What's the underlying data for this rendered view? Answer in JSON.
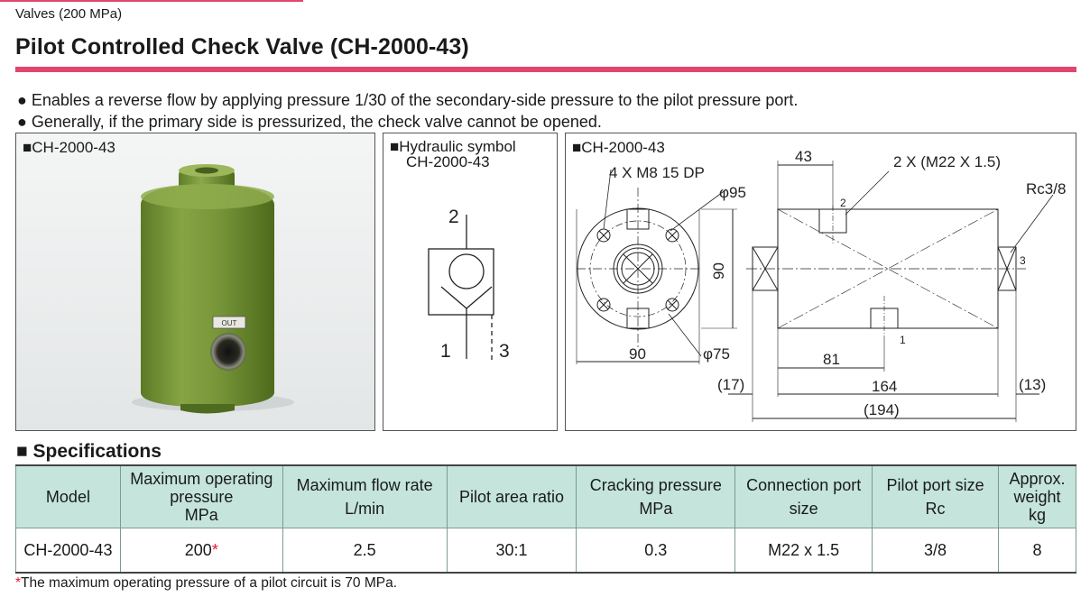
{
  "header": {
    "category": "Valves (200 MPa)",
    "title": "Pilot Controlled Check Valve (CH-2000-43)"
  },
  "bullets": [
    "● Enables a reverse flow by applying pressure 1/30 of the secondary-side pressure to the pilot pressure port.",
    "● Generally, if the primary side is pressurized, the check valve cannot be opened."
  ],
  "photo_panel": {
    "label": "■CH-2000-43",
    "out_marking": "OUT"
  },
  "symbol_panel": {
    "label_line1": "■Hydraulic symbol",
    "label_line2": "CH-2000-43",
    "port_2": "2",
    "port_1": "1",
    "port_3": "3"
  },
  "dimension_panel": {
    "label": "■CH-2000-43",
    "front": {
      "bolts": "4 X M8 15 DP",
      "phi95": "φ95",
      "phi75": "φ75",
      "h90": "90",
      "w90": "90"
    },
    "side": {
      "d43": "43",
      "ports": "2 X (M22 X 1.5)",
      "rc": "Rc3/8",
      "port2": "2",
      "port3": "3",
      "port1": "1",
      "d81": "81",
      "d17": "(17)",
      "d164": "164",
      "d13": "(13)",
      "d194": "(194)"
    }
  },
  "specifications": {
    "heading": "■ Specifications",
    "columns": [
      {
        "l1": "Model",
        "l2": "",
        "l3": ""
      },
      {
        "l1": "Maximum operating",
        "l2": "pressure",
        "l3": "MPa"
      },
      {
        "l1": "Maximum flow rate",
        "l2": "L/min",
        "l3": ""
      },
      {
        "l1": "Pilot area ratio",
        "l2": "",
        "l3": ""
      },
      {
        "l1": "Cracking pressure",
        "l2": "MPa",
        "l3": ""
      },
      {
        "l1": "Connection port",
        "l2": "size",
        "l3": ""
      },
      {
        "l1": "Pilot port size",
        "l2": "Rc",
        "l3": ""
      },
      {
        "l1": "Approx.",
        "l2": "weight",
        "l3": "kg"
      }
    ],
    "row": {
      "model": "CH-2000-43",
      "pressure": "200",
      "pressure_mark": "*",
      "flow": "2.5",
      "ratio": "30:1",
      "cracking": "0.3",
      "connection": "M22 x 1.5",
      "pilot": "3/8",
      "weight": "8"
    },
    "footnote_mark": "*",
    "footnote": "The maximum operating pressure of a pilot circuit is 70 MPa."
  },
  "colors": {
    "accent": "#e2456f",
    "table_header": "#c4e4dc",
    "valve_green": "#6f8e33",
    "asterisk": "#e2183a"
  }
}
